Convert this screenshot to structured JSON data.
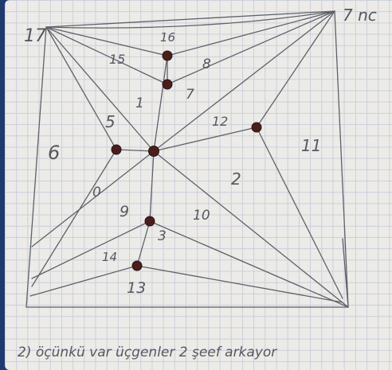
{
  "header_fragment": "7 nc",
  "region_labels": {
    "r1": "1",
    "r2": "2",
    "r3": "3",
    "r5": "5",
    "r6": "6",
    "r7": "7",
    "r8": "8",
    "r9": "9",
    "r10": "10",
    "r11": "11",
    "r12": "12",
    "r13": "13",
    "r14": "14",
    "r15": "15",
    "r16": "16",
    "r17": "17",
    "r0": "0"
  },
  "caption": "2) öçünkü var üçgenler 2 şeef arkayor"
}
